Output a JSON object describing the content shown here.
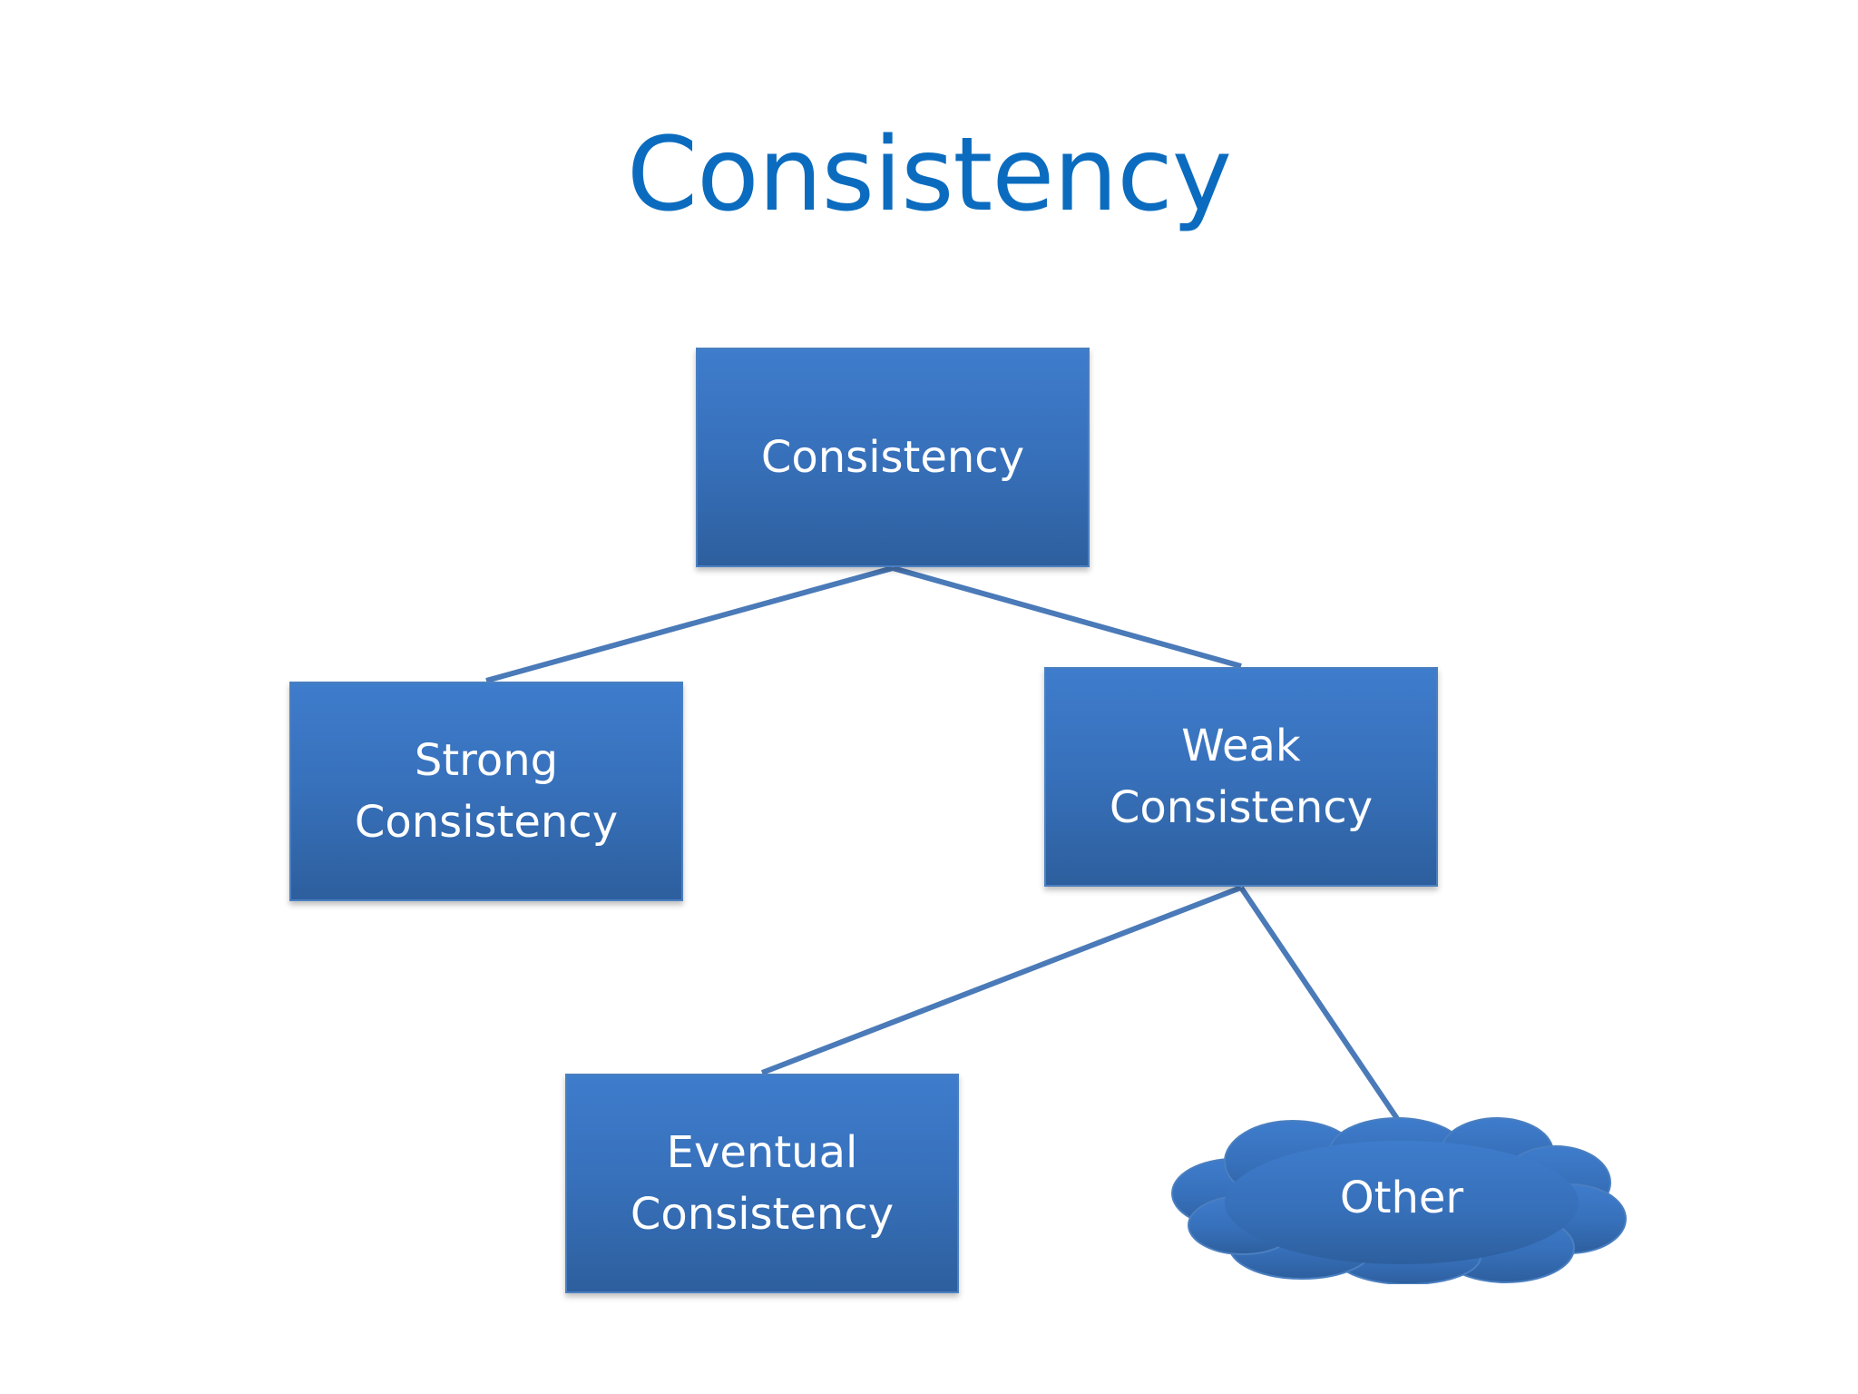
{
  "slide": {
    "title": "Consistency"
  },
  "diagram": {
    "nodes": {
      "root": {
        "line1": "Consistency"
      },
      "strong": {
        "line1": "Strong",
        "line2": "Consistency"
      },
      "weak": {
        "line1": "Weak",
        "line2": "Consistency"
      },
      "eventual": {
        "line1": "Eventual",
        "line2": "Consistency"
      },
      "other": {
        "line1": "Other"
      }
    },
    "edges": [
      {
        "from": "root",
        "to": "strong"
      },
      {
        "from": "root",
        "to": "weak"
      },
      {
        "from": "weak",
        "to": "eventual"
      },
      {
        "from": "weak",
        "to": "other"
      }
    ],
    "colors": {
      "title": "#0b6cbf",
      "node_fill": "#3770ba",
      "connector": "#4a7ab8",
      "node_text": "#ffffff"
    }
  }
}
